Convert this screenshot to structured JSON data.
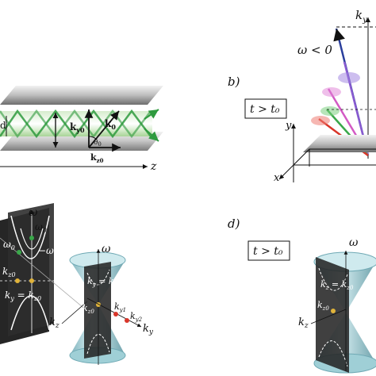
{
  "panel_b": {
    "letter": "b)",
    "condition": "t > t₀",
    "omega_label": "ω < 0",
    "axis_y": "y",
    "axis_x": "x",
    "axis_ky": "k",
    "axis_ky_sub": "y"
  },
  "panel_a": {
    "axis_z": "z",
    "vec_k0": "k",
    "vec_k0_sub": "0",
    "vec_ky0": "k",
    "vec_ky0_sub": "y0",
    "vec_kz0": "k",
    "vec_kz0_sub": "z0",
    "angle": "θ",
    "angle_sub": "0",
    "d_label": "d"
  },
  "panel_c": {
    "omega_top": "ω",
    "omega0_top": "ω",
    "omega0_top_sub": "0",
    "omega0_left": "ω",
    "omega0_left_sub": "0",
    "neg_omega0": "−ω",
    "neg_omega0_sub": "0",
    "kz0_left": "k",
    "kz0_left_sub": "z0",
    "ky_eq_kz0": "k",
    "ky_eq_kz0_sub": "y",
    "ky_eq_kz0_rhs": " = k",
    "ky_eq_kz0_rhs_sub": "z0",
    "kz_axis": "k",
    "kz_axis_sub": "z",
    "cone_omega": "ω",
    "cone_ky_eq_ky0": "k",
    "cone_ky_eq_ky0_sub": "y",
    "cone_ky_eq_ky0_rhs": " = k",
    "cone_ky_eq_ky0_rhs_sub": "y0",
    "kz0_cone": "k",
    "kz0_cone_sub": "z0",
    "ky1": "k",
    "ky1_sub": "y1",
    "ky2": "k",
    "ky2_sub": "y2",
    "ky_axis": "k",
    "ky_axis_sub": "y"
  },
  "panel_d": {
    "letter": "d)",
    "condition": "t > t₀",
    "omega": "ω",
    "kz_eq": "k",
    "kz_eq_sub": "z",
    "kz_eq_rhs": " = k",
    "kz_eq_rhs_sub": "z0",
    "kz0": "k",
    "kz0_sub": "z0",
    "kz_axis": "k",
    "kz_axis_sub": "z"
  },
  "colors": {
    "beam": "#3aa84a",
    "plate_light": "#e8e8e8",
    "plate_dark": "#7a7a7a",
    "cone": "#a9d6dc",
    "dark_panel": "#262626",
    "arrow_blue": "#2a3f9c",
    "red": "#d9362a"
  }
}
